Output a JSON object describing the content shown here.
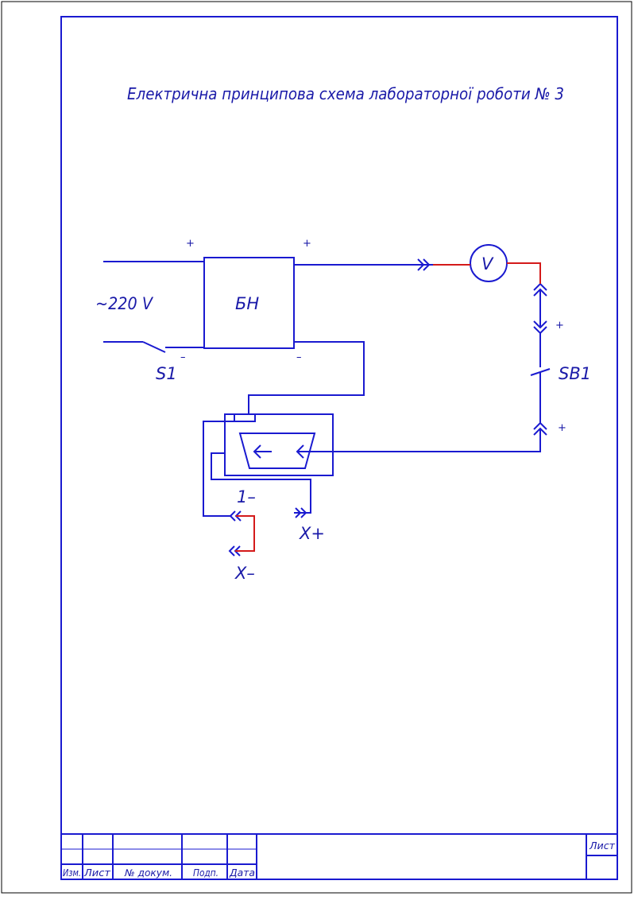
{
  "diagram": {
    "title": "Електрична принципова схема лабораторної роботи № 3",
    "labels": {
      "mains_voltage": "~220 V",
      "switch_s1": "S1",
      "power_block": "БН",
      "voltmeter": "V",
      "button_sb1": "SB1",
      "terminal_x_plus": "X+",
      "terminal_x_minus": "X–",
      "device_1": "1–",
      "plus_sign": "+",
      "minus_sign": "–"
    },
    "colors": {
      "line": "#1a1ad0",
      "highlight": "#d41a1a",
      "frame": "#1a1ad0"
    }
  },
  "title_block": {
    "columns": [
      "Изм.",
      "Лист",
      "№ докум.",
      "Подп.",
      "Дата"
    ],
    "sheet_label": "Лист"
  }
}
